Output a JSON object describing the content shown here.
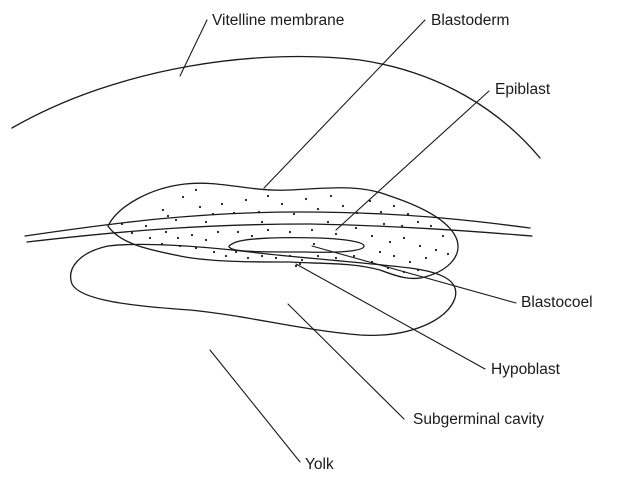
{
  "labels": {
    "vitelline_membrane": "Vitelline membrane",
    "blastoderm": "Blastoderm",
    "epiblast": "Epiblast",
    "blastocoel": "Blastocoel",
    "hypoblast": "Hypoblast",
    "subgerminal_cavity": "Subgerminal cavity",
    "yolk": "Yolk"
  }
}
